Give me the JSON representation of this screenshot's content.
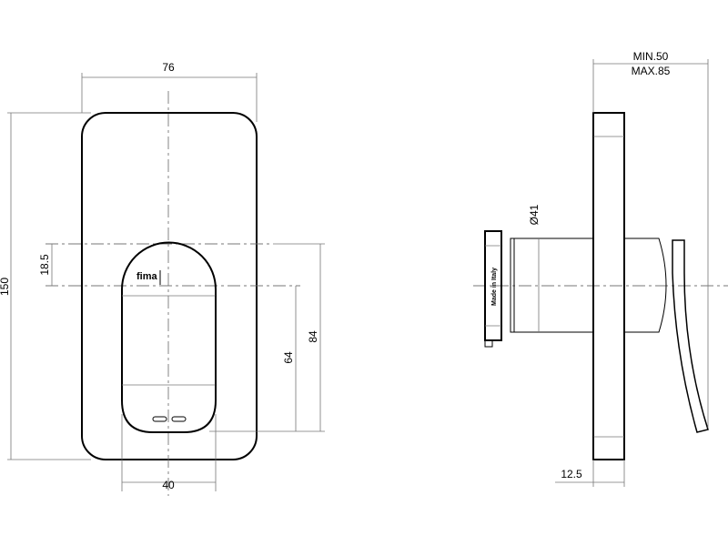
{
  "front_view": {
    "width_dim": "76",
    "height_dim": "150",
    "offset_dim": "18.5",
    "handle_top_dim": "84",
    "handle_center_dim": "64",
    "handle_width_dim": "40",
    "logo": "fima"
  },
  "side_view": {
    "depth_min": "MIN.50",
    "depth_max": "MAX.85",
    "diameter_dim": "Ø41",
    "plate_dim": "12.5",
    "label": "Made in Italy"
  }
}
